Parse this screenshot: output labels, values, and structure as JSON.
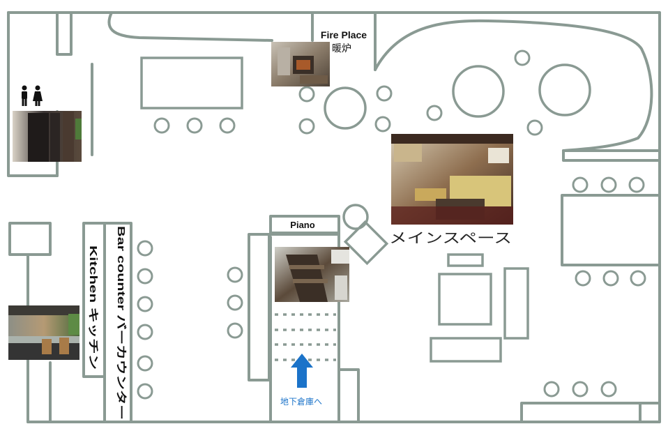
{
  "colors": {
    "wall": "#8a9a93",
    "background": "#ffffff",
    "text": "#111111",
    "arrow": "#1b73c9",
    "arrow_label": "#1b73c9"
  },
  "icons": {
    "restroom": "restroom-icon",
    "arrow": "arrow-up-icon"
  },
  "labels": {
    "fireplace_en": "Fire Place",
    "fireplace_jp": "暖炉",
    "piano": "Piano",
    "main_space": "メインスペース",
    "bar_counter": "Bar counter バーカウンター",
    "kitchen": "Kitchen キッチン",
    "basement": "地下倉庫へ"
  },
  "photos": {
    "fireplace": "fireplace-photo",
    "restroom": "restroom-photo",
    "main_space": "main-space-photo",
    "stairs": "stairs-photo",
    "kitchen": "kitchen-photo"
  }
}
